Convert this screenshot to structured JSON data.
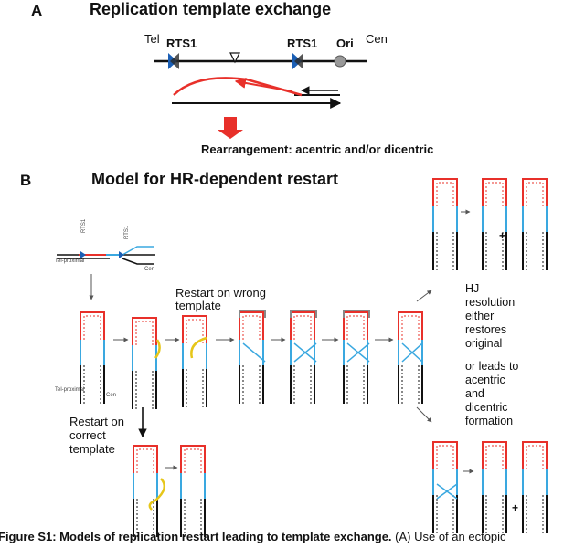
{
  "panel_a": {
    "letter": "A",
    "title": "Replication template exchange",
    "tel_label": "Tel",
    "rts1_left": "RTS1",
    "rts1_right": "RTS1",
    "ori_label": "Ori",
    "cen_label": "Cen",
    "rearrangement_text": "Rearrangement: acentric and/or dicentric"
  },
  "panel_b": {
    "letter": "B",
    "title": "Model for HR-dependent restart",
    "small_tel_proximal_1": "Tel-proximal",
    "small_cen_1": "Cen",
    "small_tel_proximal_2": "Tel-proximal",
    "small_cen_2": "Cen",
    "small_rts1_a": "RTS1",
    "small_rts1_b": "RTS1",
    "restart_wrong_line1": "Restart on wrong",
    "restart_wrong_line2": "template",
    "restart_correct_line1": "Restart on",
    "restart_correct_line2": "correct",
    "restart_correct_line3": "template",
    "hj_text": [
      "HJ",
      "resolution",
      "either",
      "restores",
      "original",
      "",
      "or leads to",
      "acentric",
      "and",
      "dicentric",
      "formation"
    ]
  },
  "caption": {
    "bold": "Figure S1: Models of replication restart leading to template exchange.",
    "rest": " (A) Use of an ectopic"
  },
  "colors": {
    "red": "#e8302a",
    "blue": "#3aa8e0",
    "black": "#111111",
    "grey": "#888888",
    "yellow": "#e6c619",
    "navy": "#1a2a8a"
  }
}
